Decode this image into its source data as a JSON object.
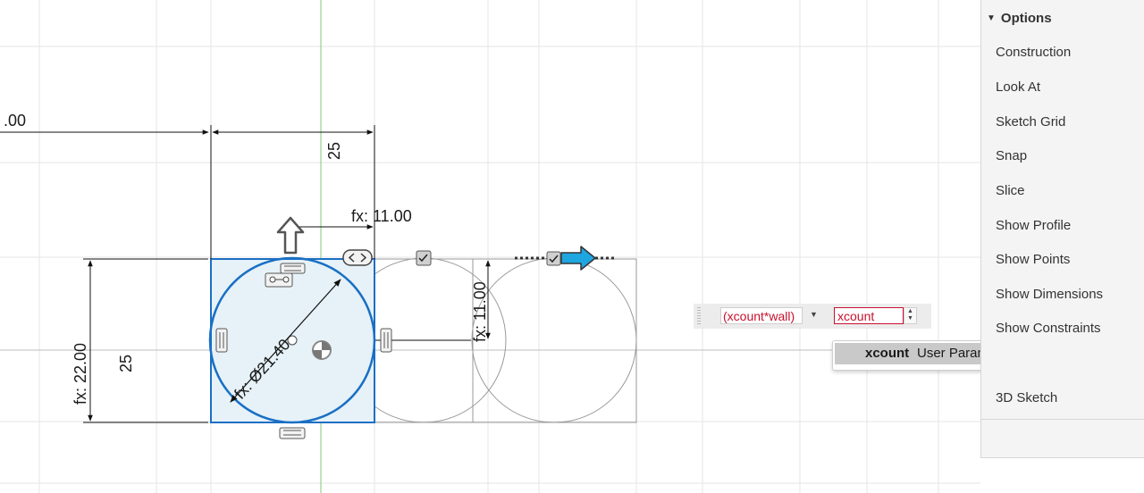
{
  "sketch": {
    "dimensions": {
      "top_overall": ".00",
      "top_width": "25",
      "offset": "fx: 11.00",
      "left_height": "fx: 22.00",
      "left_inner": "25",
      "diameter": "fx: Ø21.40",
      "right_height": "fx: 11.00"
    }
  },
  "options": {
    "title": "Options",
    "items": [
      "Construction",
      "Look At",
      "Sketch Grid",
      "Snap",
      "Slice",
      "Show Profile",
      "Show Points",
      "Show Dimensions",
      "Show Constraints",
      "3D Sketch"
    ]
  },
  "value_bar": {
    "expression": "(xcount*wall)",
    "input_value": "xcount"
  },
  "autocomplete": {
    "name": "xcount",
    "description": "User Parameter (mm)"
  },
  "colors": {
    "grid": "#e6e6e6",
    "selection": "#1a6fc4",
    "selection_fill": "#e6f2f8",
    "axis_green": "#7fc97f",
    "manipulator_blue": "#1ea6e0",
    "error_red": "#c8102e"
  }
}
